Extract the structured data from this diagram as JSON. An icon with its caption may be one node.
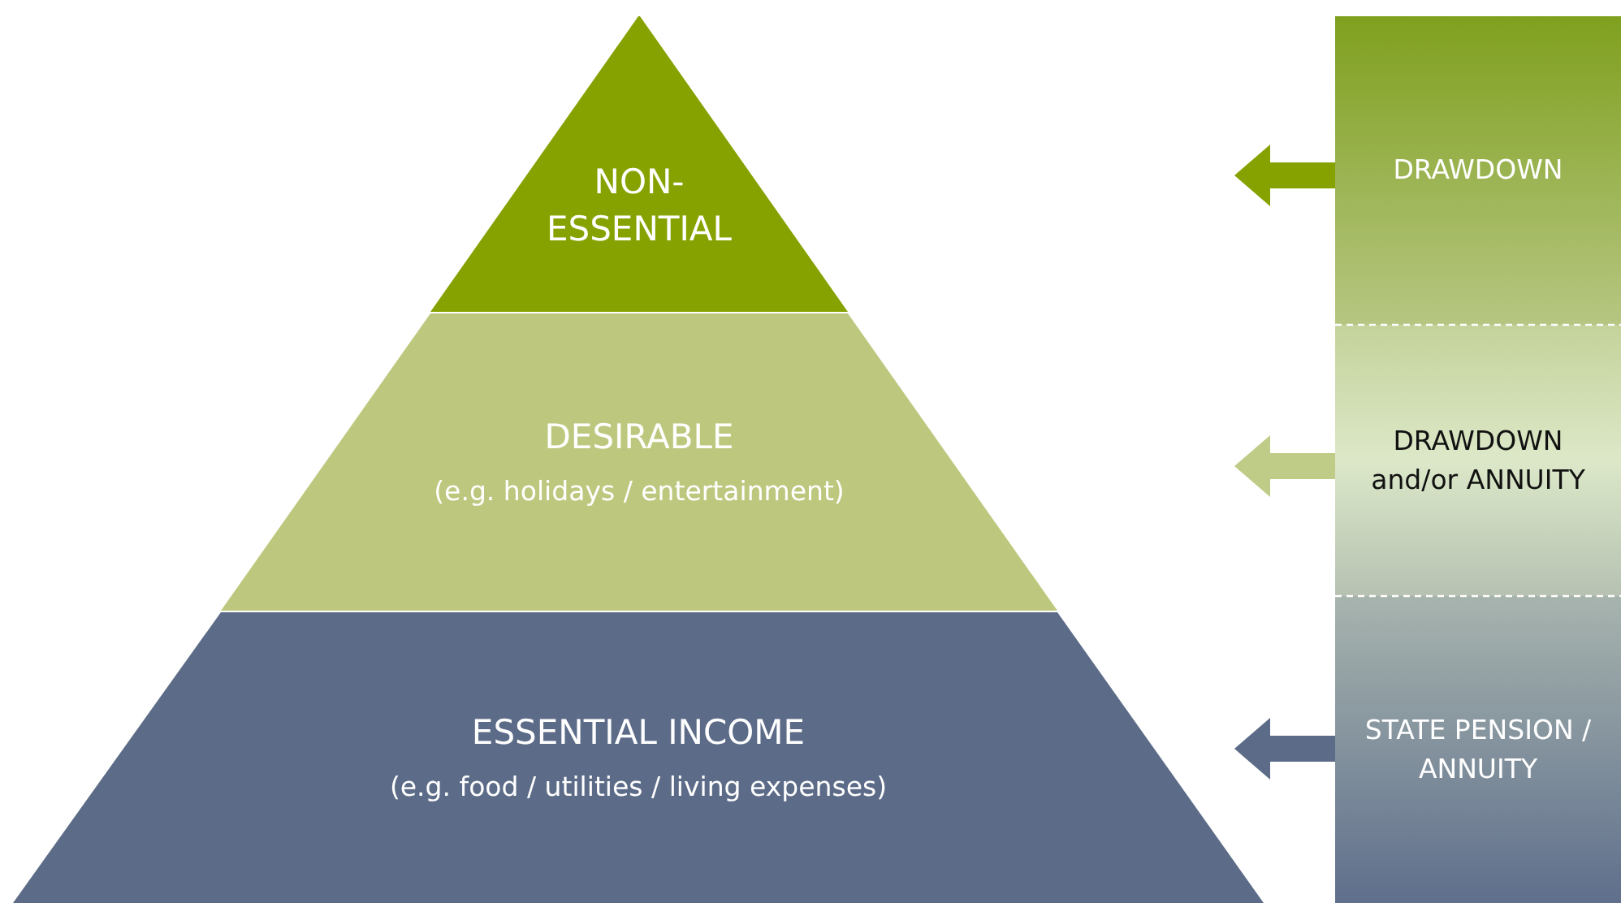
{
  "diagram": {
    "nodes": [
      {
        "text": [
          "NON- ESSENTIAL"
        ]
      },
      {
        "text": [
          "DESIRABLE",
          "(e.g. holidays / entertainment)"
        ]
      },
      {
        "text": [
          "ESSENTIAL INCOME",
          "(e.g. food / utilities / living expenses)"
        ]
      },
      {
        "text": [
          "DRAWDOWN"
        ]
      },
      {
        "text": [
          "DRAWDOWN and/or ANNUITY"
        ]
      },
      {
        "text": [
          "STATE PENSION / ANNUITY"
        ]
      }
    ],
    "edges": [
      {
        "from": 3,
        "to": null,
        "arrow": "to",
        "color": "#86a200"
      },
      {
        "from": 4,
        "to": null,
        "arrow": "to",
        "color": "#bfcc88"
      },
      {
        "from": 5,
        "to": 2,
        "arrow": "to",
        "color": "#5c6b87"
      }
    ]
  }
}
